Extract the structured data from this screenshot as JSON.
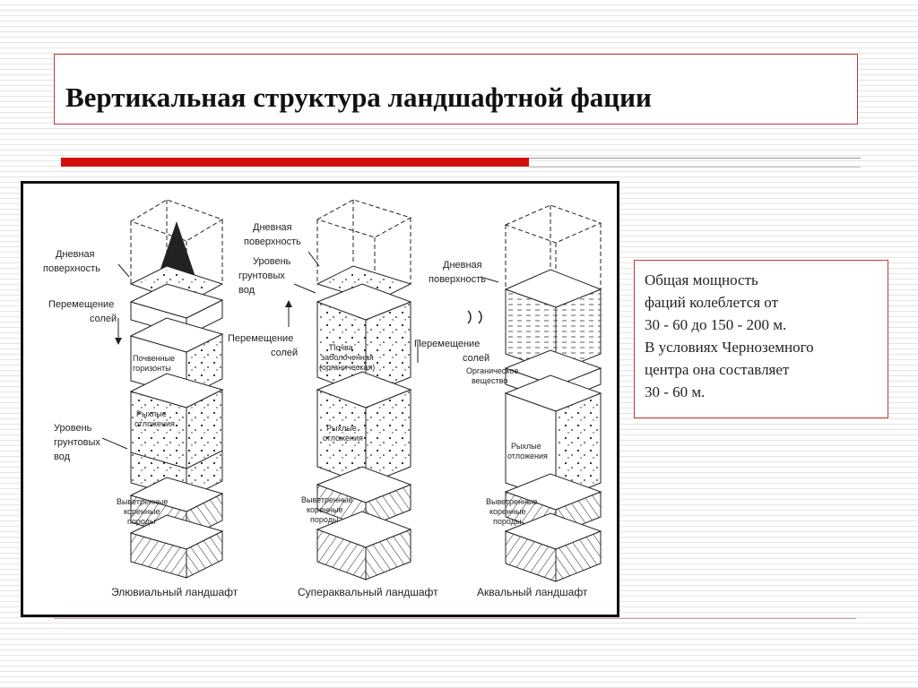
{
  "slide": {
    "title": "Вертикальная структура  ландшафтной фации",
    "info_lines": [
      "Общая мощность",
      "фаций колеблется от",
      "30 - 60 до 150 - 200 м.",
      "В условиях Черноземного",
      "центра она составляет",
      "30 - 60 м."
    ]
  },
  "figure": {
    "col1": {
      "day_surface": [
        "Дневная",
        "поверхность"
      ],
      "salt_move": [
        "Перемещение",
        "солей"
      ],
      "soil_horizons": [
        "Почвенные",
        "горизонты"
      ],
      "loose": [
        "Рыхлые",
        "отложения"
      ],
      "groundwater": [
        "Уровень",
        "грунтовых",
        "вод"
      ],
      "bedrock": [
        "Выветренные",
        "коренные",
        "породы"
      ],
      "caption": "Элювиальный ландшафт"
    },
    "col2": {
      "day_surface": [
        "Дневная",
        "поверхность"
      ],
      "groundwater": [
        "Уровень",
        "грунтовых",
        "вод"
      ],
      "salt_move": [
        "Перемещение",
        "солей"
      ],
      "soil": [
        "Почва",
        "заболоченная",
        "(органическая)"
      ],
      "loose": [
        "Рыхлые",
        "отложения"
      ],
      "bedrock": [
        "Выветренные",
        "коренные",
        "породы"
      ],
      "caption": "Супераквальный ландшафт"
    },
    "col3": {
      "day_surface": [
        "Дневная",
        "поверхность"
      ],
      "salt_move": [
        "Перемещение",
        "солей"
      ],
      "organic": [
        "Органическое",
        "вещество"
      ],
      "loose": [
        "Рыхлые",
        "отложения"
      ],
      "bedrock": [
        "Выветренные",
        "коренные",
        "породы"
      ],
      "caption": "Аквальный ландшафт"
    }
  }
}
